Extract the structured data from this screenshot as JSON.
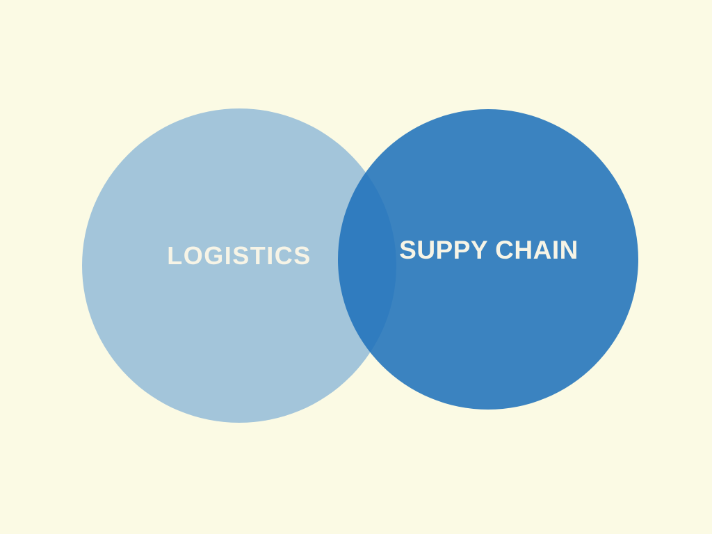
{
  "canvas": {
    "background_color": "#FBFAE4"
  },
  "diagram": {
    "type": "venn",
    "left_circle": {
      "label": "LOGISTICS",
      "fill_color": "#A3C5DA"
    },
    "right_circle": {
      "label": "SUPPY CHAIN",
      "fill_color": "#3A82C0",
      "base_color": "#2072BB",
      "opacity": 0.88
    },
    "overlap_color": "#2F7CBC",
    "label_color": "#F7F4E6"
  }
}
